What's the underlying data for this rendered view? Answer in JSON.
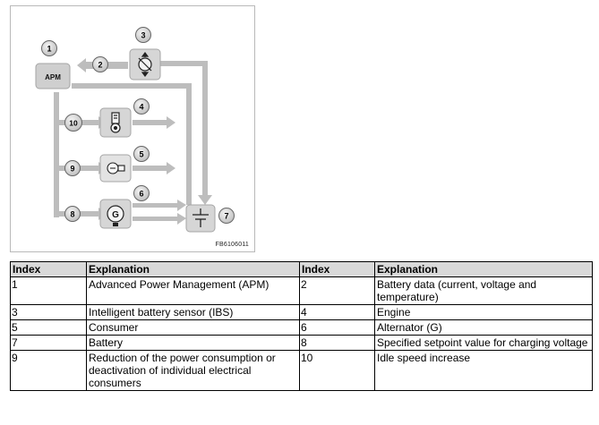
{
  "diagram": {
    "apm_label": "APM",
    "figure_code": "FB6106011",
    "callouts": [
      "1",
      "2",
      "3",
      "4",
      "5",
      "6",
      "7",
      "8",
      "9",
      "10"
    ],
    "colors": {
      "arrow": "#bdbdbd",
      "component_fill": "#d6d6d6",
      "callout_fill": "#e4e4e4"
    }
  },
  "legend": {
    "headers": [
      "Index",
      "Explanation",
      "Index",
      "Explanation"
    ],
    "rows": [
      [
        "1",
        "Advanced Power Management (APM)",
        "2",
        "Battery data (current, voltage and temperature)"
      ],
      [
        "3",
        "Intelligent battery sensor (IBS)",
        "4",
        "Engine"
      ],
      [
        "5",
        "Consumer",
        "6",
        "Alternator (G)"
      ],
      [
        "7",
        "Battery",
        "8",
        "Specified setpoint value for charging voltage"
      ],
      [
        "9",
        "Reduction of the power consumption or deactivation of individual electrical consumers",
        "10",
        "Idle speed increase"
      ]
    ]
  }
}
